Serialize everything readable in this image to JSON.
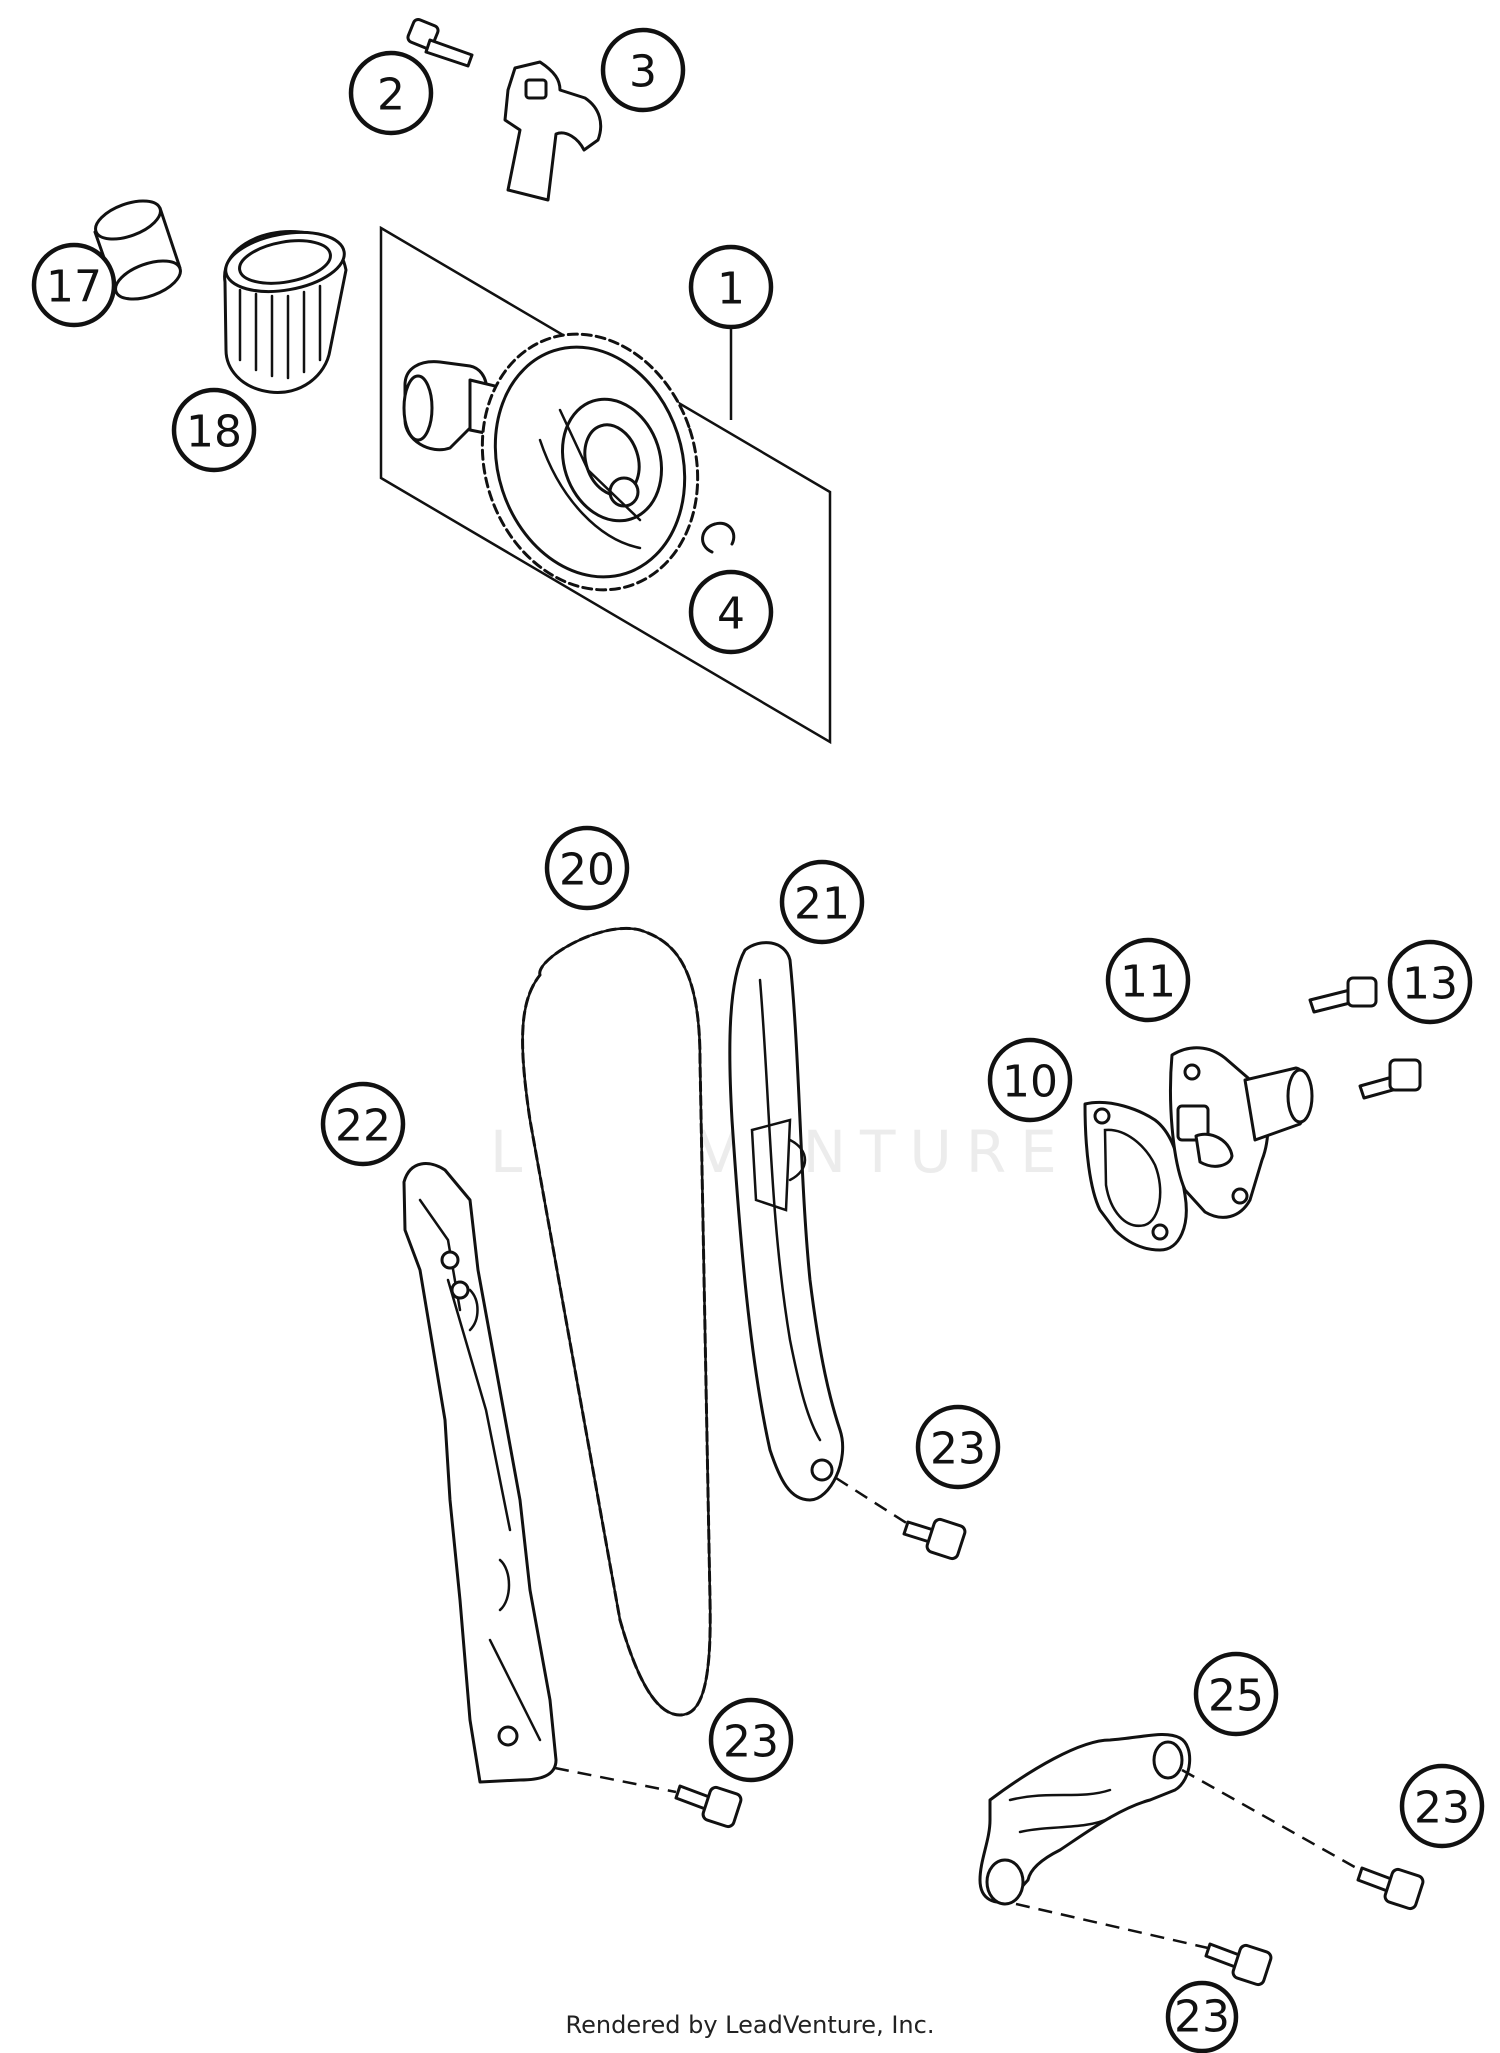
{
  "watermark": "LEADVENTURE",
  "footer": "Rendered by LeadVenture, Inc.",
  "callouts": [
    "1",
    "2",
    "3",
    "4",
    "10",
    "11",
    "13",
    "17",
    "18",
    "20",
    "21",
    "22",
    "23",
    "25"
  ]
}
